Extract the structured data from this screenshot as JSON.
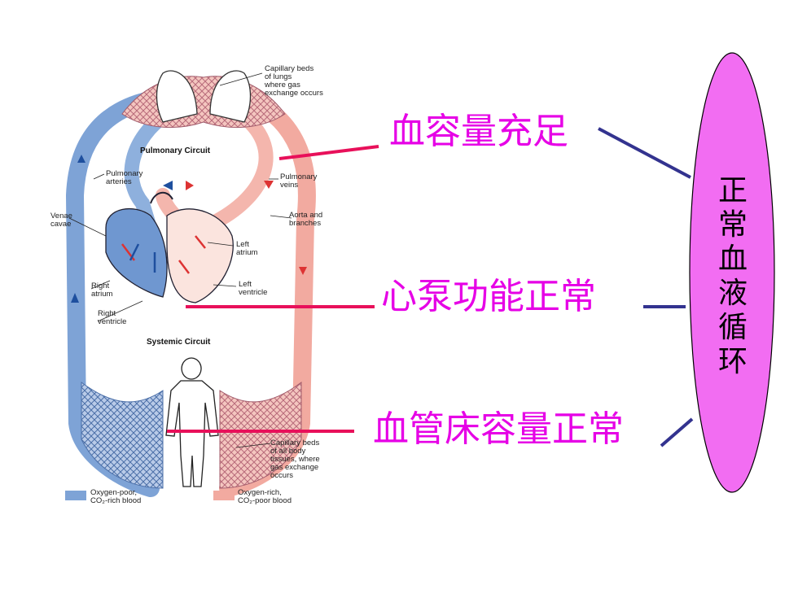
{
  "diagram": {
    "labels": {
      "capillary_lungs": "Capillary beds\nof lungs\nwhere gas\nexchange occurs",
      "pulmonary_circuit": "Pulmonary Circuit",
      "pulmonary_arteries": "Pulmonary\narteries",
      "pulmonary_veins": "Pulmonary\nveins",
      "venae_cavae": "Venae\ncavae",
      "aorta": "Aorta and\nbranches",
      "left_atrium": "Left\natrium",
      "left_ventricle": "Left\nventricle",
      "right_atrium": "Right\natrium",
      "right_ventricle": "Right\nventricle",
      "systemic_circuit": "Systemic Circuit",
      "capillary_body": "Capillary beds\nof all body\ntissues, where\ngas exchange\noccurs",
      "legend_poor": "Oxygen-poor,\nCO₂-rich blood",
      "legend_rich": "Oxygen-rich,\nCO₂-poor blood"
    },
    "colors": {
      "oxygen_poor": "#7ea3d6",
      "oxygen_rich": "#f2aaa0"
    }
  },
  "factors": [
    "血容量充足",
    "心泵功能正常",
    "血管床容量正常"
  ],
  "center": {
    "text": [
      "正",
      "常",
      "血",
      "液",
      "循",
      "环"
    ],
    "fill": "#f26df2"
  },
  "connector_colors": {
    "pink": "#e8105a",
    "navy": "#33338f"
  }
}
